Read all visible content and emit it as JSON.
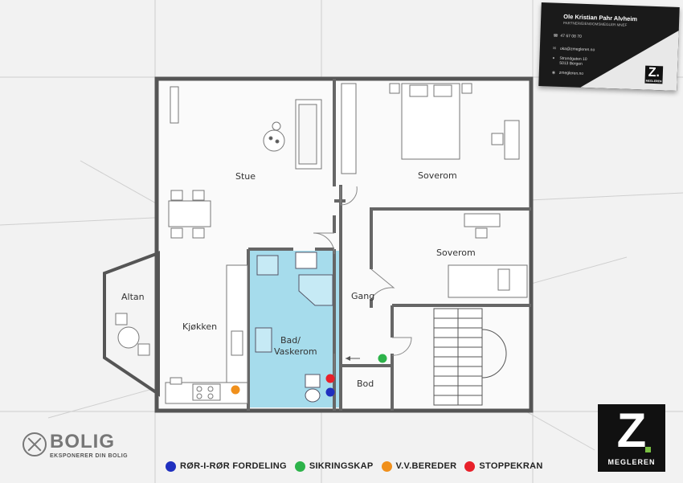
{
  "rooms": {
    "stue": "Stue",
    "soverom1": "Soverom",
    "soverom2": "Soverom",
    "gang": "Gang",
    "altan": "Altan",
    "kjokken": "Kjøkken",
    "bad_line1": "Bad/",
    "bad_line2": "Vaskerom",
    "bod": "Bod"
  },
  "card": {
    "name": "Ole Kristian Pahr Alvheim",
    "role": "PARTNER/EIENDOMSMEGLER MNEF",
    "phone": "47 67 08 70",
    "email": "oka@zmegleren.no",
    "address1": "Strandgaten 10",
    "address2": "5013 Bergen",
    "web": "zmegleren.no",
    "logo_letter": "Z.",
    "logo_brand": "MEGLEREN"
  },
  "zlogo": {
    "letter": "Z",
    "brand": "MEGLEREN",
    "dot_color": "#7ac143"
  },
  "xbolig": {
    "word": "BOLIG",
    "tagline": "EKSPONERER DIN BOLIG"
  },
  "legend": [
    {
      "label": "RØR-I-RØR FORDELING",
      "color": "#1f2fbf"
    },
    {
      "label": "SIKRINGSKAP",
      "color": "#2db34a"
    },
    {
      "label": "V.V.BEREDER",
      "color": "#f0901c"
    },
    {
      "label": "STOPPEKRAN",
      "color": "#e8202a"
    }
  ],
  "icons": [
    "bolig-logo-icon",
    "phone-icon",
    "email-icon",
    "location-icon",
    "web-icon"
  ]
}
